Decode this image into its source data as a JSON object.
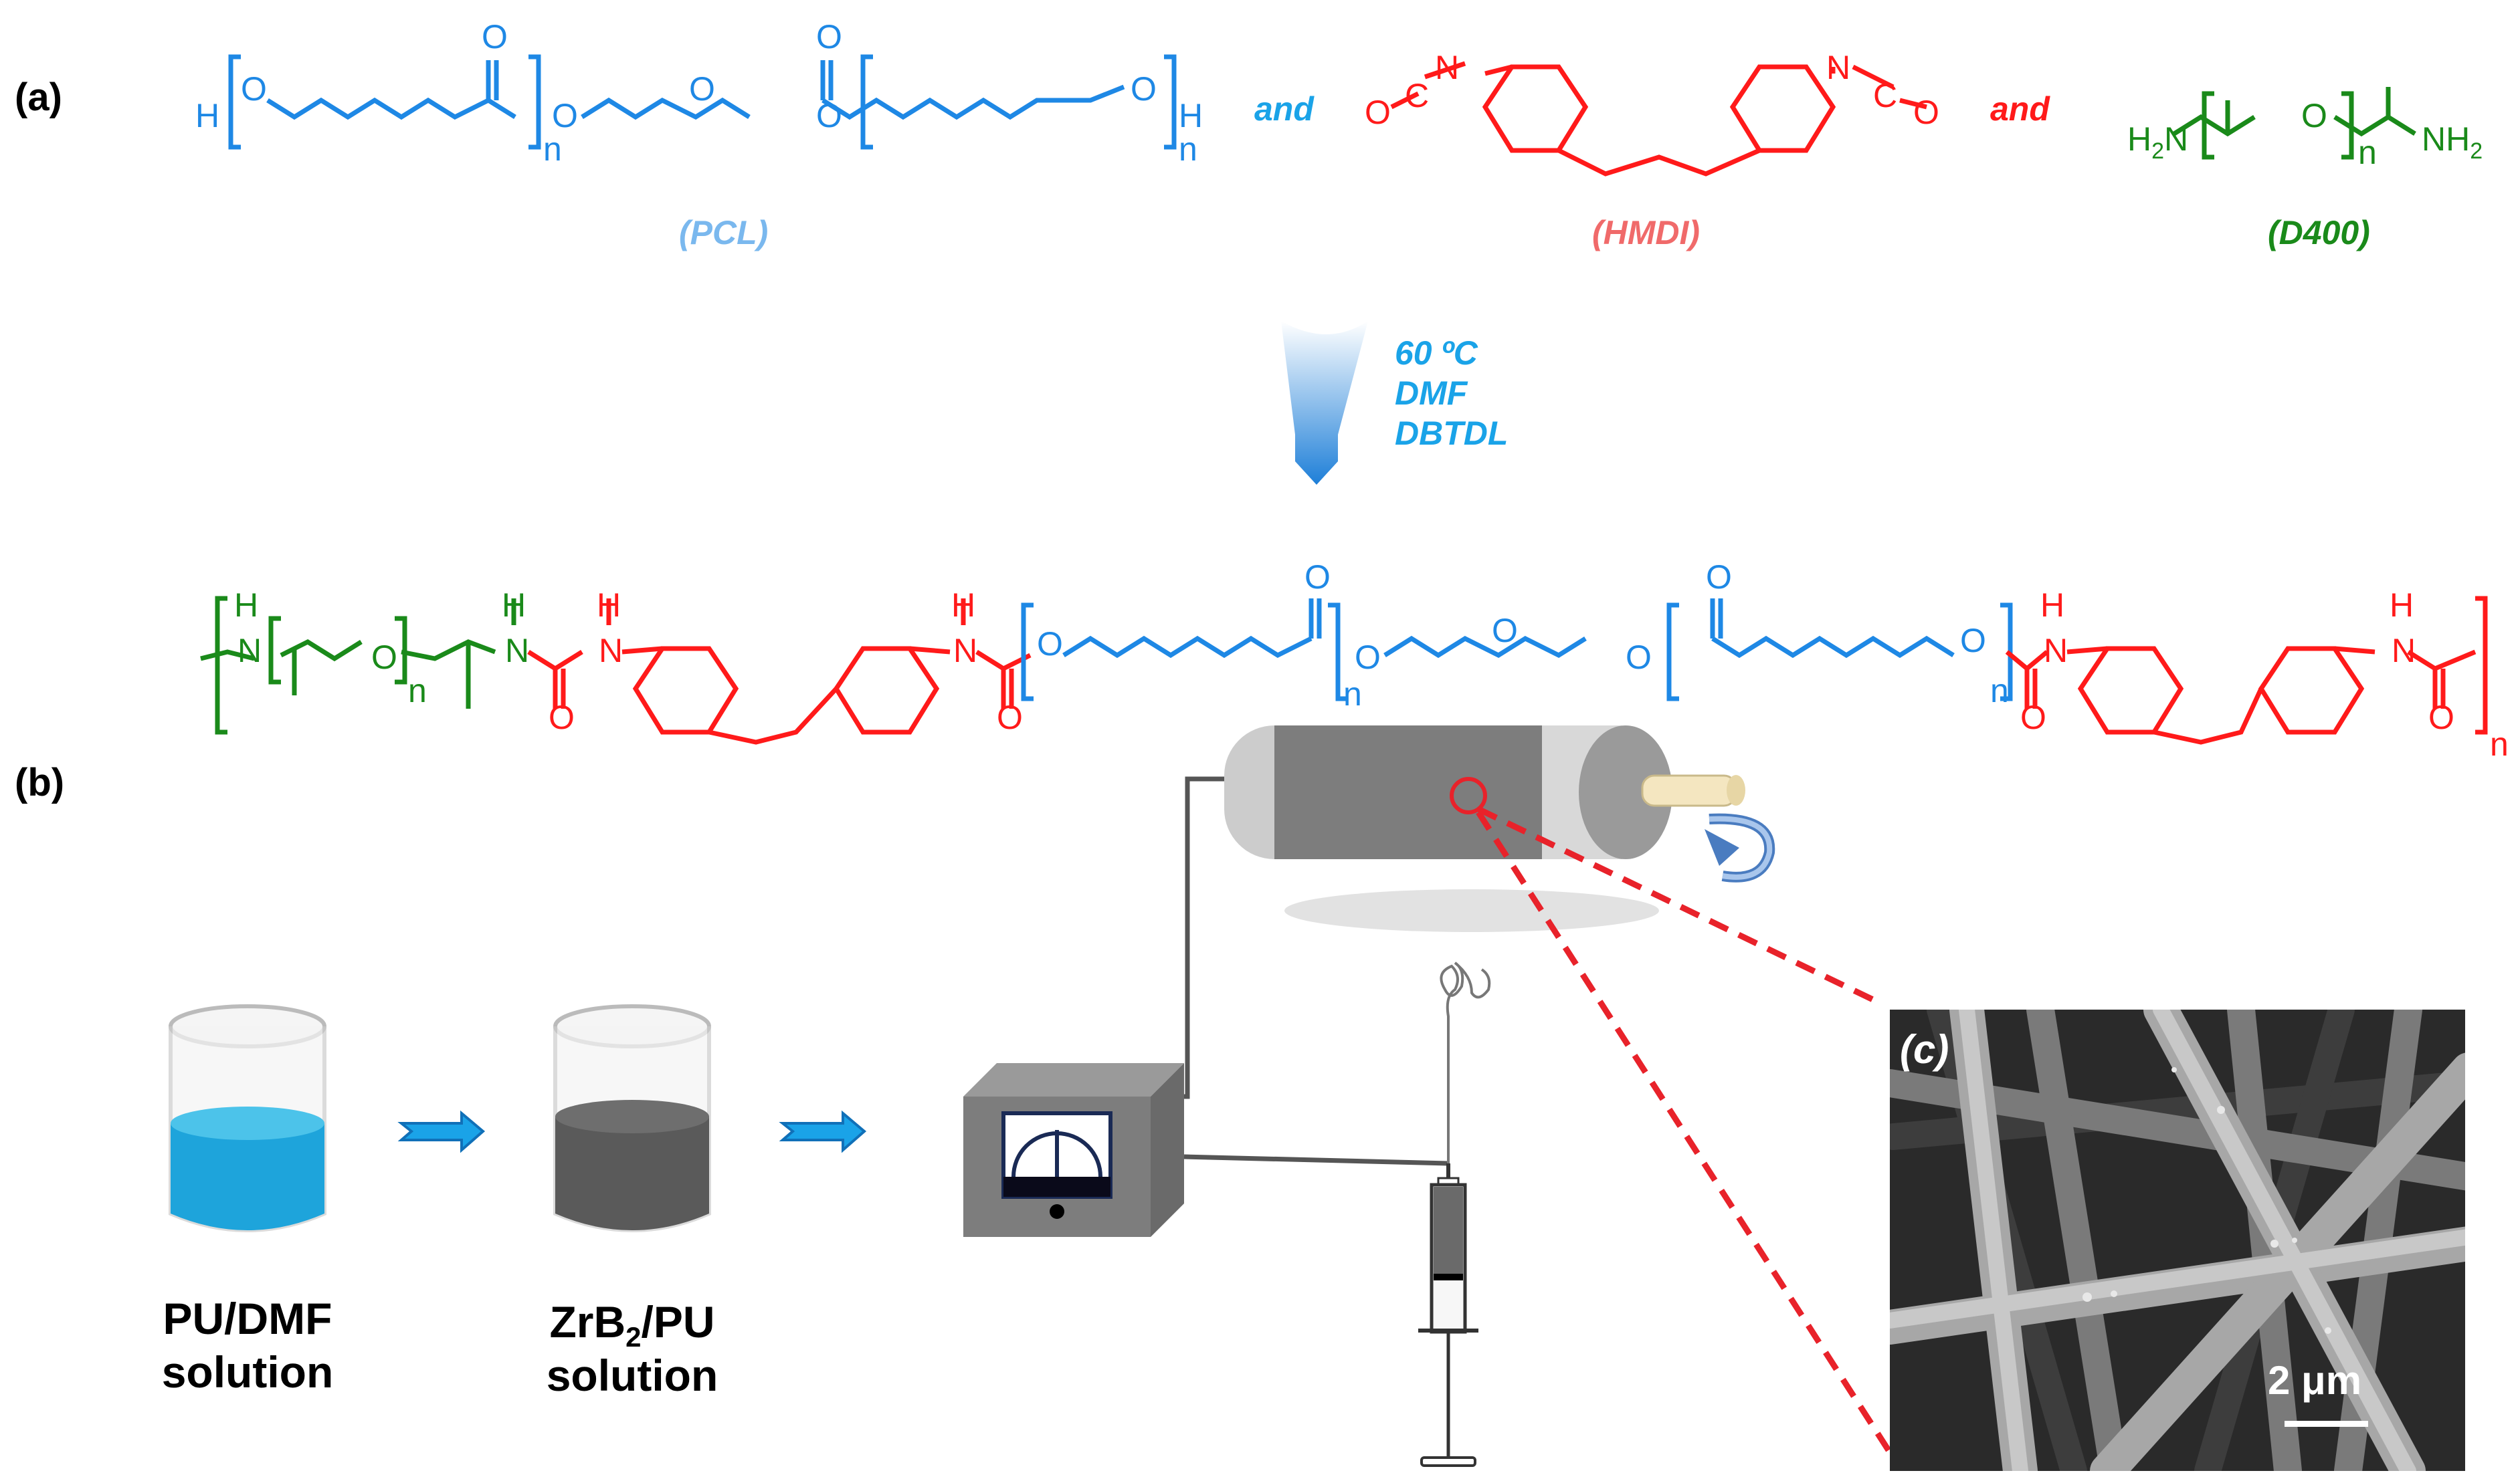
{
  "panel_labels": {
    "a": "(a)",
    "b": "(b)",
    "c": "(c)"
  },
  "colors": {
    "pcl": "#1e88e5",
    "hmdi": "#ff1a1a",
    "d400": "#1a8a1a",
    "conditions": "#1aa3e8",
    "pcl_caption": "#7ab8ee",
    "hmdi_caption": "#f06a6a",
    "beaker_blue": "#1ea4db",
    "beaker_dark": "#5a5a5a",
    "laser_dashes": "#e8222a",
    "drum": "#7d7d7d"
  },
  "reactants": {
    "joiner_1": "and",
    "joiner_2": "and",
    "pcl_caption": "(PCL)",
    "hmdi_caption": "(HMDI)",
    "d400_caption": "(D400)",
    "atoms": {
      "H": "H",
      "O": "O",
      "N": "N",
      "C": "C",
      "n": "n",
      "H2N": "H",
      "H2N_sub": "2",
      "H2N_tail": "N",
      "NH2": "NH",
      "NH2_sub": "2"
    }
  },
  "conditions": {
    "line1": "60 ºC",
    "line2": "DMF",
    "line3": "DBTDL"
  },
  "product": {
    "n_label": "n",
    "NH": "N",
    "H": "H",
    "O": "O"
  },
  "process": {
    "pu_dmf_line1": "PU/DMF",
    "pu_dmf_line2": "solution",
    "zrb2_pu_prefix": "ZrB",
    "zrb2_pu_sub": "2",
    "zrb2_pu_suffix": "/PU",
    "zrb2_pu_line2": "solution",
    "sem_scale_label": "2 μm"
  }
}
